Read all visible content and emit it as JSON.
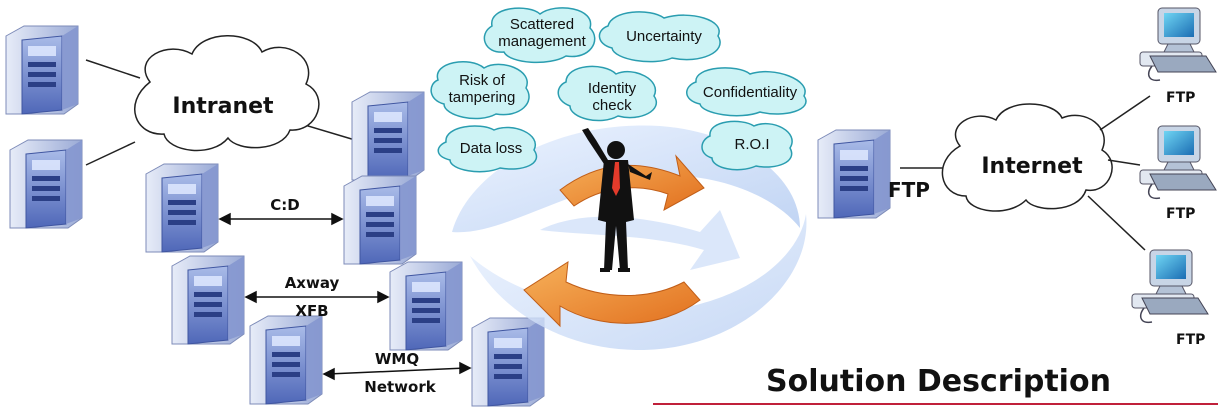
{
  "intranet": {
    "label": "Intranet"
  },
  "internet": {
    "label": "Internet"
  },
  "links": {
    "cd": "C:D",
    "axway_line1": "Axway",
    "axway_line2": "XFB",
    "wmq_line1": "WMQ",
    "wmq_line2": "Network"
  },
  "concerns": [
    {
      "line1": "Scattered",
      "line2": "management"
    },
    {
      "line1": "Uncertainty",
      "line2": ""
    },
    {
      "line1": "Risk of",
      "line2": "tampering"
    },
    {
      "line1": "Identity",
      "line2": "check"
    },
    {
      "line1": "Confidentiality",
      "line2": ""
    },
    {
      "line1": "Data loss",
      "line2": ""
    },
    {
      "line1": "R.O.I",
      "line2": ""
    }
  ],
  "ftp_server_label": "FTP",
  "ftp_clients": [
    "FTP",
    "FTP",
    "FTP"
  ],
  "footer": {
    "title": "Solution Description"
  },
  "colors": {
    "server_body": "#c9d4ef",
    "server_face": "#7f95d6",
    "bubble_fill": "#cdf3f5",
    "bubble_stroke": "#2a9db0",
    "arrow_orange": "#ee8a2c",
    "rule_red": "#c0203a"
  }
}
